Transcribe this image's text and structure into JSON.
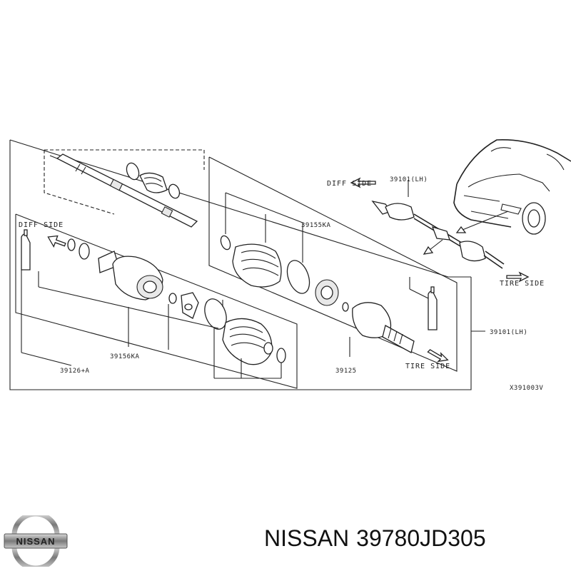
{
  "diagram": {
    "labels": {
      "diff_side_top": "DIFF SIDE",
      "diff_side_left": "DIFF SIDE",
      "tire_side_top": "TIRE SIDE",
      "tire_side_bottom": "TIRE SIDE",
      "part_39101_top": "39101(LH)",
      "part_39101_right": "39101(LH)",
      "part_39155ka": "39155KA",
      "part_39156ka": "39156KA",
      "part_39126a": "39126+A",
      "part_39125": "39125",
      "figure_code": "X391003V"
    }
  },
  "footer": {
    "brand": "NISSAN",
    "part_number": "39780JD305",
    "logo_text": "NISSAN"
  }
}
